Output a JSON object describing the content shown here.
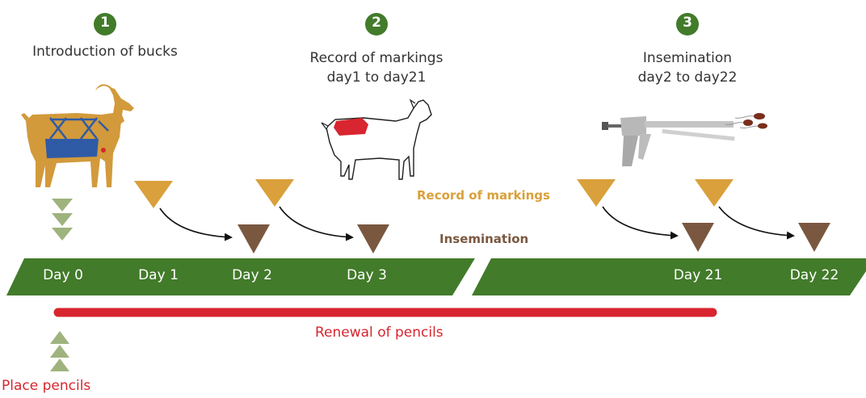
{
  "colors": {
    "green": "#427b2a",
    "orange": "#d9a03b",
    "brown": "#7a5840",
    "red": "#d8252f",
    "light_green": "#9fb37e",
    "goat_body": "#d29a3b",
    "harness_blue": "#2f5ba6"
  },
  "steps": [
    {
      "number": "1",
      "title": "Introduction of bucks"
    },
    {
      "number": "2",
      "title_line1": "Record of markings",
      "title_line2": "day1 to day21"
    },
    {
      "number": "3",
      "title_line1": "Insemination",
      "title_line2": "day2 to day22"
    }
  ],
  "legend": {
    "record_of_markings": "Record of markings",
    "insemination": "Insemination"
  },
  "timeline": {
    "days": [
      "Day 0",
      "Day 1",
      "Day 2",
      "Day 3",
      "Day 21",
      "Day 22"
    ]
  },
  "renewal_label": "Renewal of pencils",
  "place_pencils_label": "Place pencils",
  "icons": {
    "goat_with_harness": "goat-harness-icon",
    "marked_goat": "marked-goat-icon",
    "insemination_gun": "insemination-gun-icon"
  }
}
